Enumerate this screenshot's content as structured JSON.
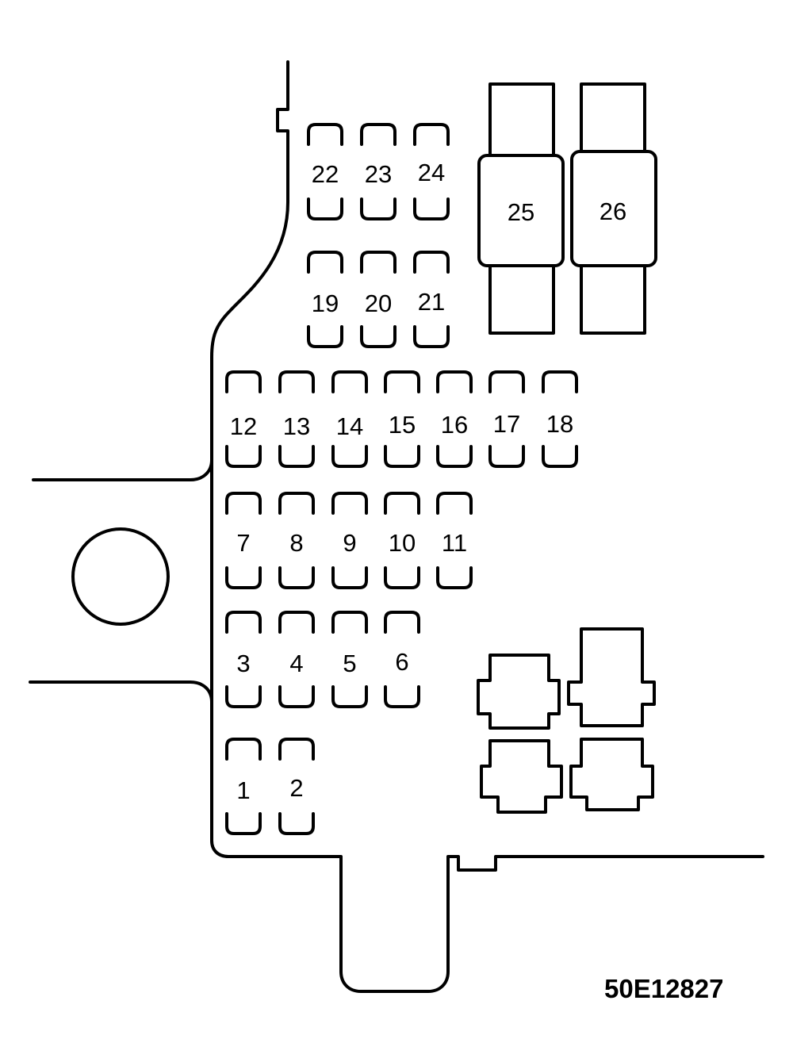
{
  "diagram": {
    "drawing_code": "50E12827",
    "small_fuses": [
      {
        "id": "1"
      },
      {
        "id": "2"
      },
      {
        "id": "3"
      },
      {
        "id": "4"
      },
      {
        "id": "5"
      },
      {
        "id": "6"
      },
      {
        "id": "7"
      },
      {
        "id": "8"
      },
      {
        "id": "9"
      },
      {
        "id": "10"
      },
      {
        "id": "11"
      },
      {
        "id": "12"
      },
      {
        "id": "13"
      },
      {
        "id": "14"
      },
      {
        "id": "15"
      },
      {
        "id": "16"
      },
      {
        "id": "17"
      },
      {
        "id": "18"
      },
      {
        "id": "19"
      },
      {
        "id": "20"
      },
      {
        "id": "21"
      },
      {
        "id": "22"
      },
      {
        "id": "23"
      },
      {
        "id": "24"
      }
    ],
    "large_fuses": [
      {
        "id": "25"
      },
      {
        "id": "26"
      }
    ]
  }
}
